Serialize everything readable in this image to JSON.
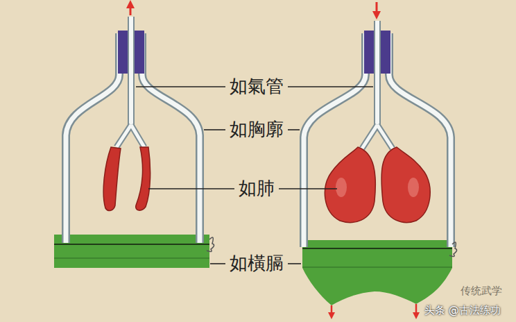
{
  "diagram": {
    "labels": [
      "如氣管",
      "如胸廓",
      "如肺",
      "如橫膈",
      "传统武学",
      "头条 @古法练功"
    ]
  }
}
